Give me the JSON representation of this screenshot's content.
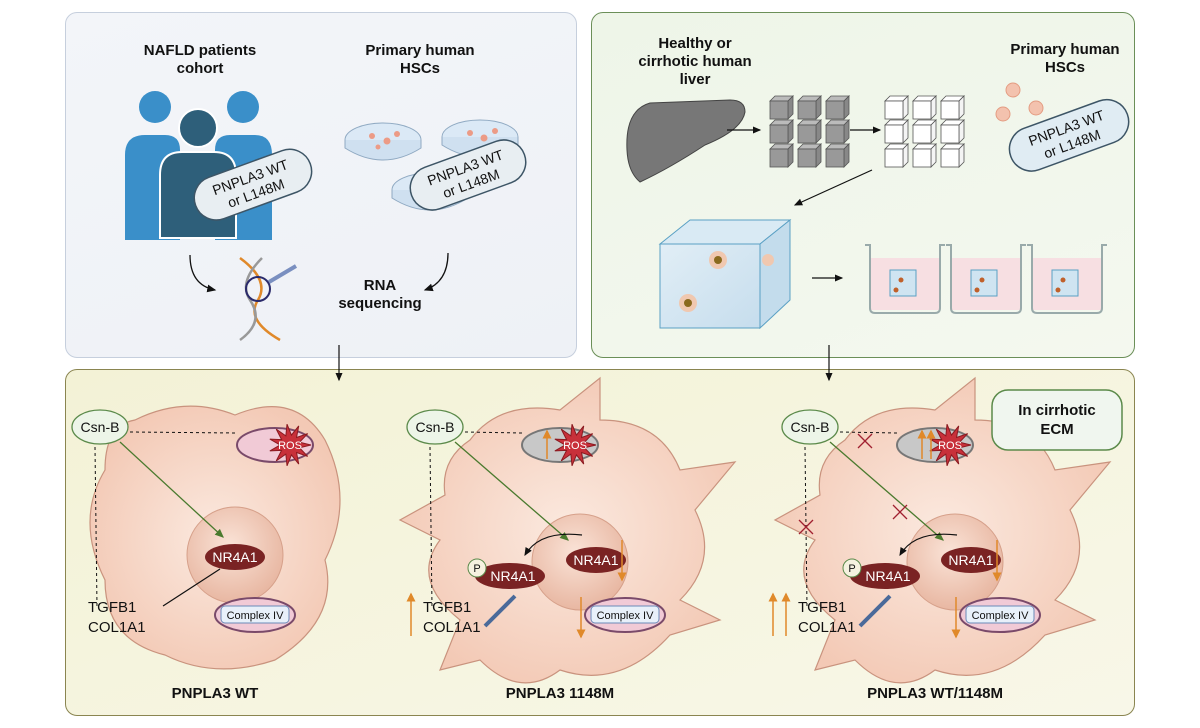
{
  "panel_a": {
    "cohort_title": [
      "NAFLD patients",
      "cohort"
    ],
    "hsc_title": [
      "Primary human",
      "HSCs"
    ],
    "genotype_tag": [
      "PNPLA3 WT",
      "or L148M"
    ],
    "rna_seq": [
      "RNA",
      "sequencing"
    ]
  },
  "panel_b": {
    "liver_title": [
      "Healthy or",
      "cirrhotic human",
      "liver"
    ],
    "hsc_title": [
      "Primary human",
      "HSCs"
    ],
    "genotype_tag": [
      "PNPLA3 WT",
      "or L148M"
    ]
  },
  "panel_c": {
    "ecm_box": [
      "In cirrhotic",
      "ECM"
    ],
    "cells": [
      {
        "title": "PNPLA3 WT",
        "drug": "Csn-B",
        "nucleus_protein": "NR4A1",
        "ros": "ROS",
        "complex": "Complex IV",
        "genes": [
          "TGFB1",
          "COL1A1"
        ]
      },
      {
        "title": "PNPLA3 1148M",
        "drug": "Csn-B",
        "nucleus_protein": "NR4A1",
        "cyto_protein": "NR4A1",
        "phospho": "P",
        "ros": "ROS",
        "complex": "Complex IV",
        "genes": [
          "TGFB1",
          "COL1A1"
        ]
      },
      {
        "title": "PNPLA3 WT/1148M",
        "drug": "Csn-B",
        "nucleus_protein": "NR4A1",
        "cyto_protein": "NR4A1",
        "phospho": "P",
        "ros": "ROS",
        "complex": "Complex IV",
        "genes": [
          "TGFB1",
          "COL1A1"
        ]
      }
    ]
  },
  "colors": {
    "panel_a_border": "#c6cfdd",
    "panel_b_border": "#6b8f58",
    "panel_c_border": "#8a8550",
    "cell_fill": "#f6d6c6",
    "nr4a1": "#7a2323",
    "ros": "#c8303a",
    "up_down_arrow": "#e0892a",
    "activation_arrow": "#4a7a2e",
    "person_light": "#3a8fc9",
    "person_dark": "#2e5f7a"
  }
}
